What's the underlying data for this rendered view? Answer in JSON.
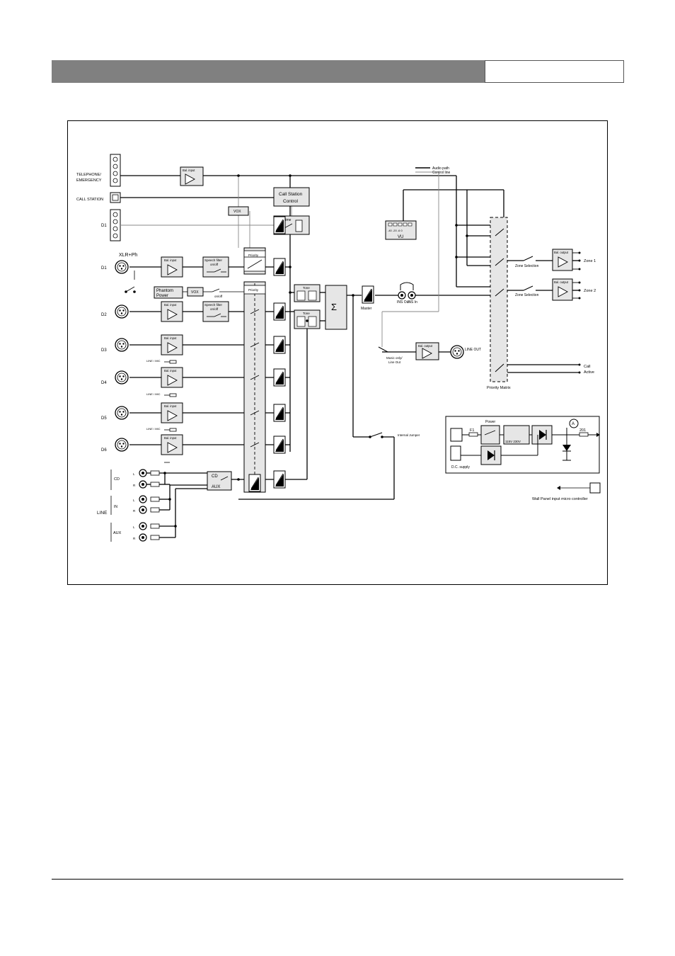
{
  "header": {
    "title": "",
    "section": ""
  },
  "labels": {
    "telephone": "TELEPHONE/",
    "emergency": "EMERGENCY",
    "call_station": "CALL STATION",
    "d1_top": "D1",
    "xlr_ph": "XLR+Ph",
    "d1": "D1",
    "d2": "D2",
    "d3": "D3",
    "d4": "D4",
    "d5": "D5",
    "d6": "D6",
    "line": "LINE",
    "in": "IN",
    "cd": "CD",
    "aux": "AUX",
    "l": "L",
    "r": "R",
    "bal_input": "Bal. input",
    "bal_output": "Bal. output",
    "speech_filter": "Speech filter",
    "on_off": "on/off",
    "phantom": "Phantom",
    "power": "Power",
    "vox": "VOX",
    "priority": "Priority",
    "call_station_control_1": "Call Station",
    "call_station_control_2": "Control",
    "chime": "Chime",
    "tone": "Tone",
    "sigma": "Σ",
    "master": "Master",
    "vu": "VU",
    "ins_out": "INS Out",
    "ins_in": "INS In",
    "music_only": "Music only/",
    "line_out_sw": "Line Out",
    "line_out": "LINE OUT",
    "internal_jumper": "Internal Jumper",
    "priority_matrix": "Priority Matrix",
    "zone_selection": "Zone Selection",
    "zone1": "Zone 1",
    "zone2": "Zone 2",
    "call_active_1": "Call",
    "call_active_2": "Active",
    "audio_path": "Audio path",
    "control_line": "Control line",
    "line_mic": "LINE / MIC",
    "cd_aux_1": "CD",
    "cd_aux_2": "AUX",
    "f1": "F1",
    "power_label": "Power",
    "voltage": "115V  230V",
    "dc_supply": "D.C. supply",
    "ampere": "A",
    "fuse_201": "201",
    "wall_panel": "Wall Panel input micro controller",
    "vu_scale": "-40 -20 -6 0"
  },
  "colors": {
    "header_bar": "#808080",
    "priority_fill": "#e6e6e6",
    "line": "#000000",
    "control": "#888888"
  }
}
